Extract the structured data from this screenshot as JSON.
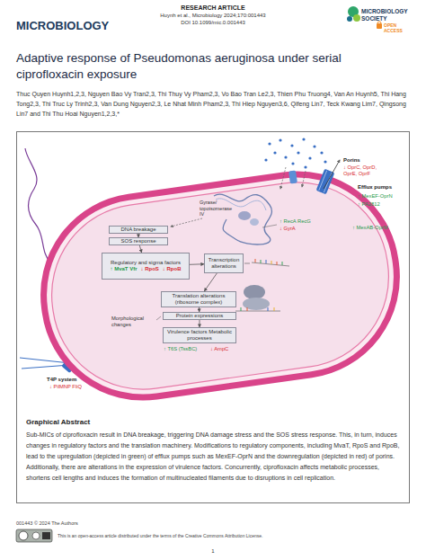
{
  "diagram": {
    "title": "Adaptive response of Pseudomonas aeruginosa under serial ciprofloxacin exposure",
    "nodes": [
      {
        "text": [
          "Graphical Abstract",
          "Sub-MICs of ciprofloxacin result in DNA breakage, triggering DNA damage stress and the SOS stress response. This, in turn, induces changes in regulatory factors and the translation machinery. Modifications to regulatory components, including MvaT, RpoS and RpoB, lead to the upregulation (depicted in green) of efflux pumps such as MexEF-OprN and the downregulation (depicted in red) of porins. Additionally, there are alterations in the expression of virulence factors. Concurrently, ciprofloxacin affects metabolic processes, shortens cell lengths and induces the formation of multinucleated filaments due to disruptions in cell replication."
        ]
      },
      {
        "text": [
          "DNA breakage"
        ],
        "in": 0
      },
      {
        "text": [
          "SOS response"
        ],
        "in": 0
      },
      {
        "text": [
          "Regulatory and sigma factors",
          "↑ MvaT Vfr",
          "↓ RpoS",
          "↓ RpoB"
        ],
        "in": 0
      },
      {
        "text": [
          "Transcription alterations"
        ],
        "in": 0
      },
      {
        "text": [
          "Translation alterations (ribosome complex)"
        ],
        "in": 0
      },
      {
        "text": [
          "Protein expressions"
        ],
        "in": 0
      },
      {
        "text": [
          "Virulence factors Metabolic processes"
        ],
        "in": 0
      }
    ],
    "edges": [
      {
        "from": 1,
        "to": 2,
        "arrow": "to"
      },
      {
        "from": 2,
        "to": 3,
        "arrow": "to"
      },
      {
        "from": 3,
        "to": 4,
        "arrow": "to"
      },
      {
        "from": 4,
        "to": 5,
        "arrow": "to"
      },
      {
        "from": 5,
        "to": 6,
        "arrow": "to"
      },
      {
        "from": 6,
        "to": 7,
        "arrow": "to"
      }
    ],
    "labels": [
      "MICROBIOLOGY",
      "RESEARCH ARTICLE",
      "Huynh et al., Microbiology 2024;170:001443",
      "DOI 10.1099/mic.0.001443",
      "MICROBIOLOGY",
      "SOCIETY",
      "OPEN",
      "ACCESS",
      "Thuc Quyen Huynh1,2,3, Nguyen Bao Vy Tran2,3, Thi Thuy Vy Pham2,3, Vo Bao Tran Le2,3, Thien Phu Truong4, Van An Huynh5, Thi Hang Tong2,3, Thi Truc Ly Trinh2,3, Van Dung Nguyen2,3, Le Nhat Minh Pham2,3, Thi Hiep Nguyen3,6, Qifeng Lin7, Teck Kwang Lim7, Qingsong Lin7 and Thi Thu Hoai Nguyen1,2,3,*",
      "Porins",
      "↓ OprC, OprD, OprE, OprF",
      "Efflux pumps",
      "↑ MexEF-OprN",
      "↑ PA2812",
      "↑ MexAB-OprM",
      "Gyrase/ topoisomerase IV",
      "↑ RecA RecG",
      "↓ GyrA",
      "Morphological changes",
      "↑ T6S (TssBC)",
      "↓ AmpC",
      "T4P system",
      "↓ PilMNP FliQ",
      "001443 © 2024 The Authors",
      "This is an open-access article distributed under the terms of the Creative Commons Attribution License.",
      "1"
    ]
  }
}
